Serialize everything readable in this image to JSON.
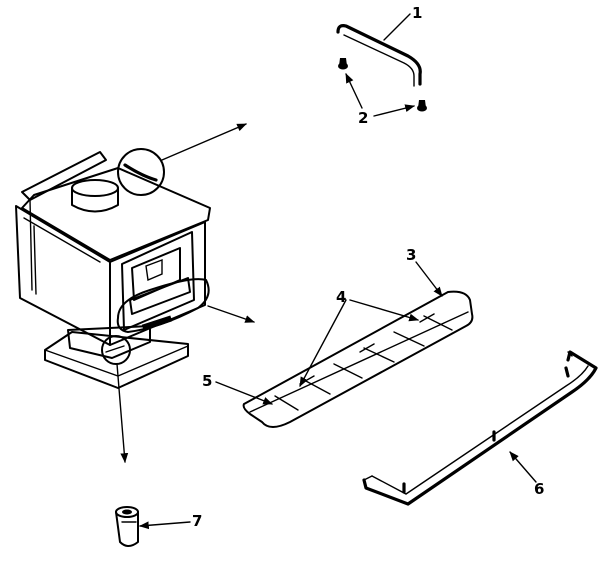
{
  "callouts": [
    {
      "number": "1"
    },
    {
      "number": "2"
    },
    {
      "number": "3"
    },
    {
      "number": "4"
    },
    {
      "number": "5"
    },
    {
      "number": "6"
    },
    {
      "number": "7"
    }
  ],
  "colors": {
    "ink": "#000000",
    "paper": "#ffffff"
  }
}
